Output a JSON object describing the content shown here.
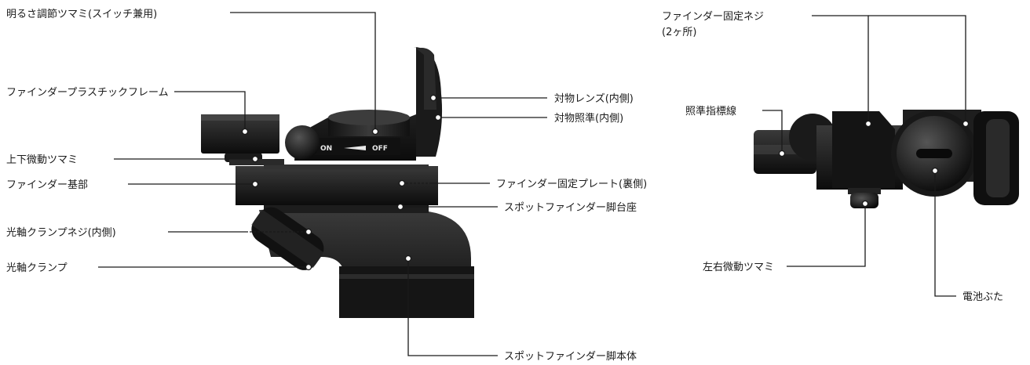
{
  "diagram": {
    "labels": {
      "brightness_knob": "明るさ調節ツマミ(スイッチ兼用)",
      "plastic_frame": "ファインダープラスチックフレーム",
      "updown_knob": "上下微動ツマミ",
      "finder_base": "ファインダー基部",
      "axis_clamp_screw": "光軸クランプネジ(内側)",
      "axis_clamp": "光軸クランプ",
      "objective_lens": "対物レンズ(内側)",
      "objective_aim": "対物照準(内側)",
      "fixing_plate": "ファインダー固定プレート(裏側)",
      "leg_pedestal": "スポットファインダー脚台座",
      "leg_body": "スポットファインダー脚本体",
      "fixing_screw_line1": "ファインダー固定ネジ",
      "fixing_screw_line2": "(2ヶ所)",
      "reticle_line": "照準指標線",
      "leftright_knob": "左右微動ツマミ",
      "battery_cover": "電池ぶた"
    },
    "switch": {
      "on": "ON",
      "off": "OFF"
    }
  }
}
